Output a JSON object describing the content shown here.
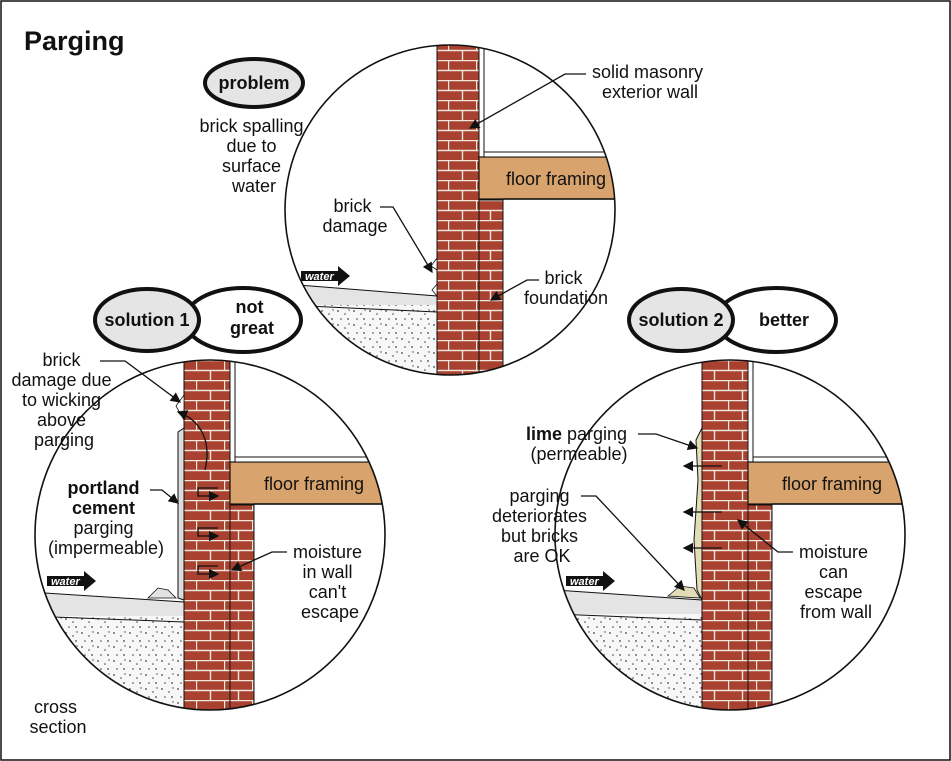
{
  "title": "Parging",
  "colors": {
    "brick": "#a8412f",
    "mortar": "#efe7dc",
    "framing": "#d9a36e",
    "concrete": "#e4e4e4",
    "soil": "#f7f7f7",
    "water_arrow": "#111111",
    "parging_lime": "#e3dcb6",
    "parging_portland": "#dcdcdc"
  },
  "problem": {
    "tag": "problem",
    "caption": [
      "brick spalling",
      "due to",
      "surface",
      "water"
    ],
    "wall_label": [
      "solid masonry",
      "exterior wall"
    ],
    "floor_label": "floor framing",
    "damage_label": [
      "brick",
      "damage"
    ],
    "foundation_label": [
      "brick",
      "foundation"
    ],
    "water_label": "water"
  },
  "solution1": {
    "tag": "solution 1",
    "verdict": [
      "not",
      "great"
    ],
    "damage_label": [
      "brick",
      "damage due",
      "to wicking",
      "above",
      "parging"
    ],
    "parging_label_bold": [
      "portland",
      "cement"
    ],
    "parging_label": [
      "parging",
      "(impermeable)"
    ],
    "floor_label": "floor framing",
    "moisture_label": [
      "moisture",
      "in wall",
      "can't",
      "escape"
    ],
    "water_label": "water"
  },
  "solution2": {
    "tag": "solution 2",
    "verdict": "better",
    "parging_bold": "lime",
    "parging_suffix": " parging",
    "parging_sub": "(permeable)",
    "deteriorates_label": [
      "parging",
      "deteriorates",
      "but bricks",
      "are OK"
    ],
    "floor_label": "floor framing",
    "moisture_label": [
      "moisture",
      "can",
      "escape",
      "from wall"
    ],
    "water_label": "water"
  },
  "footer_label": [
    "cross",
    "section"
  ]
}
